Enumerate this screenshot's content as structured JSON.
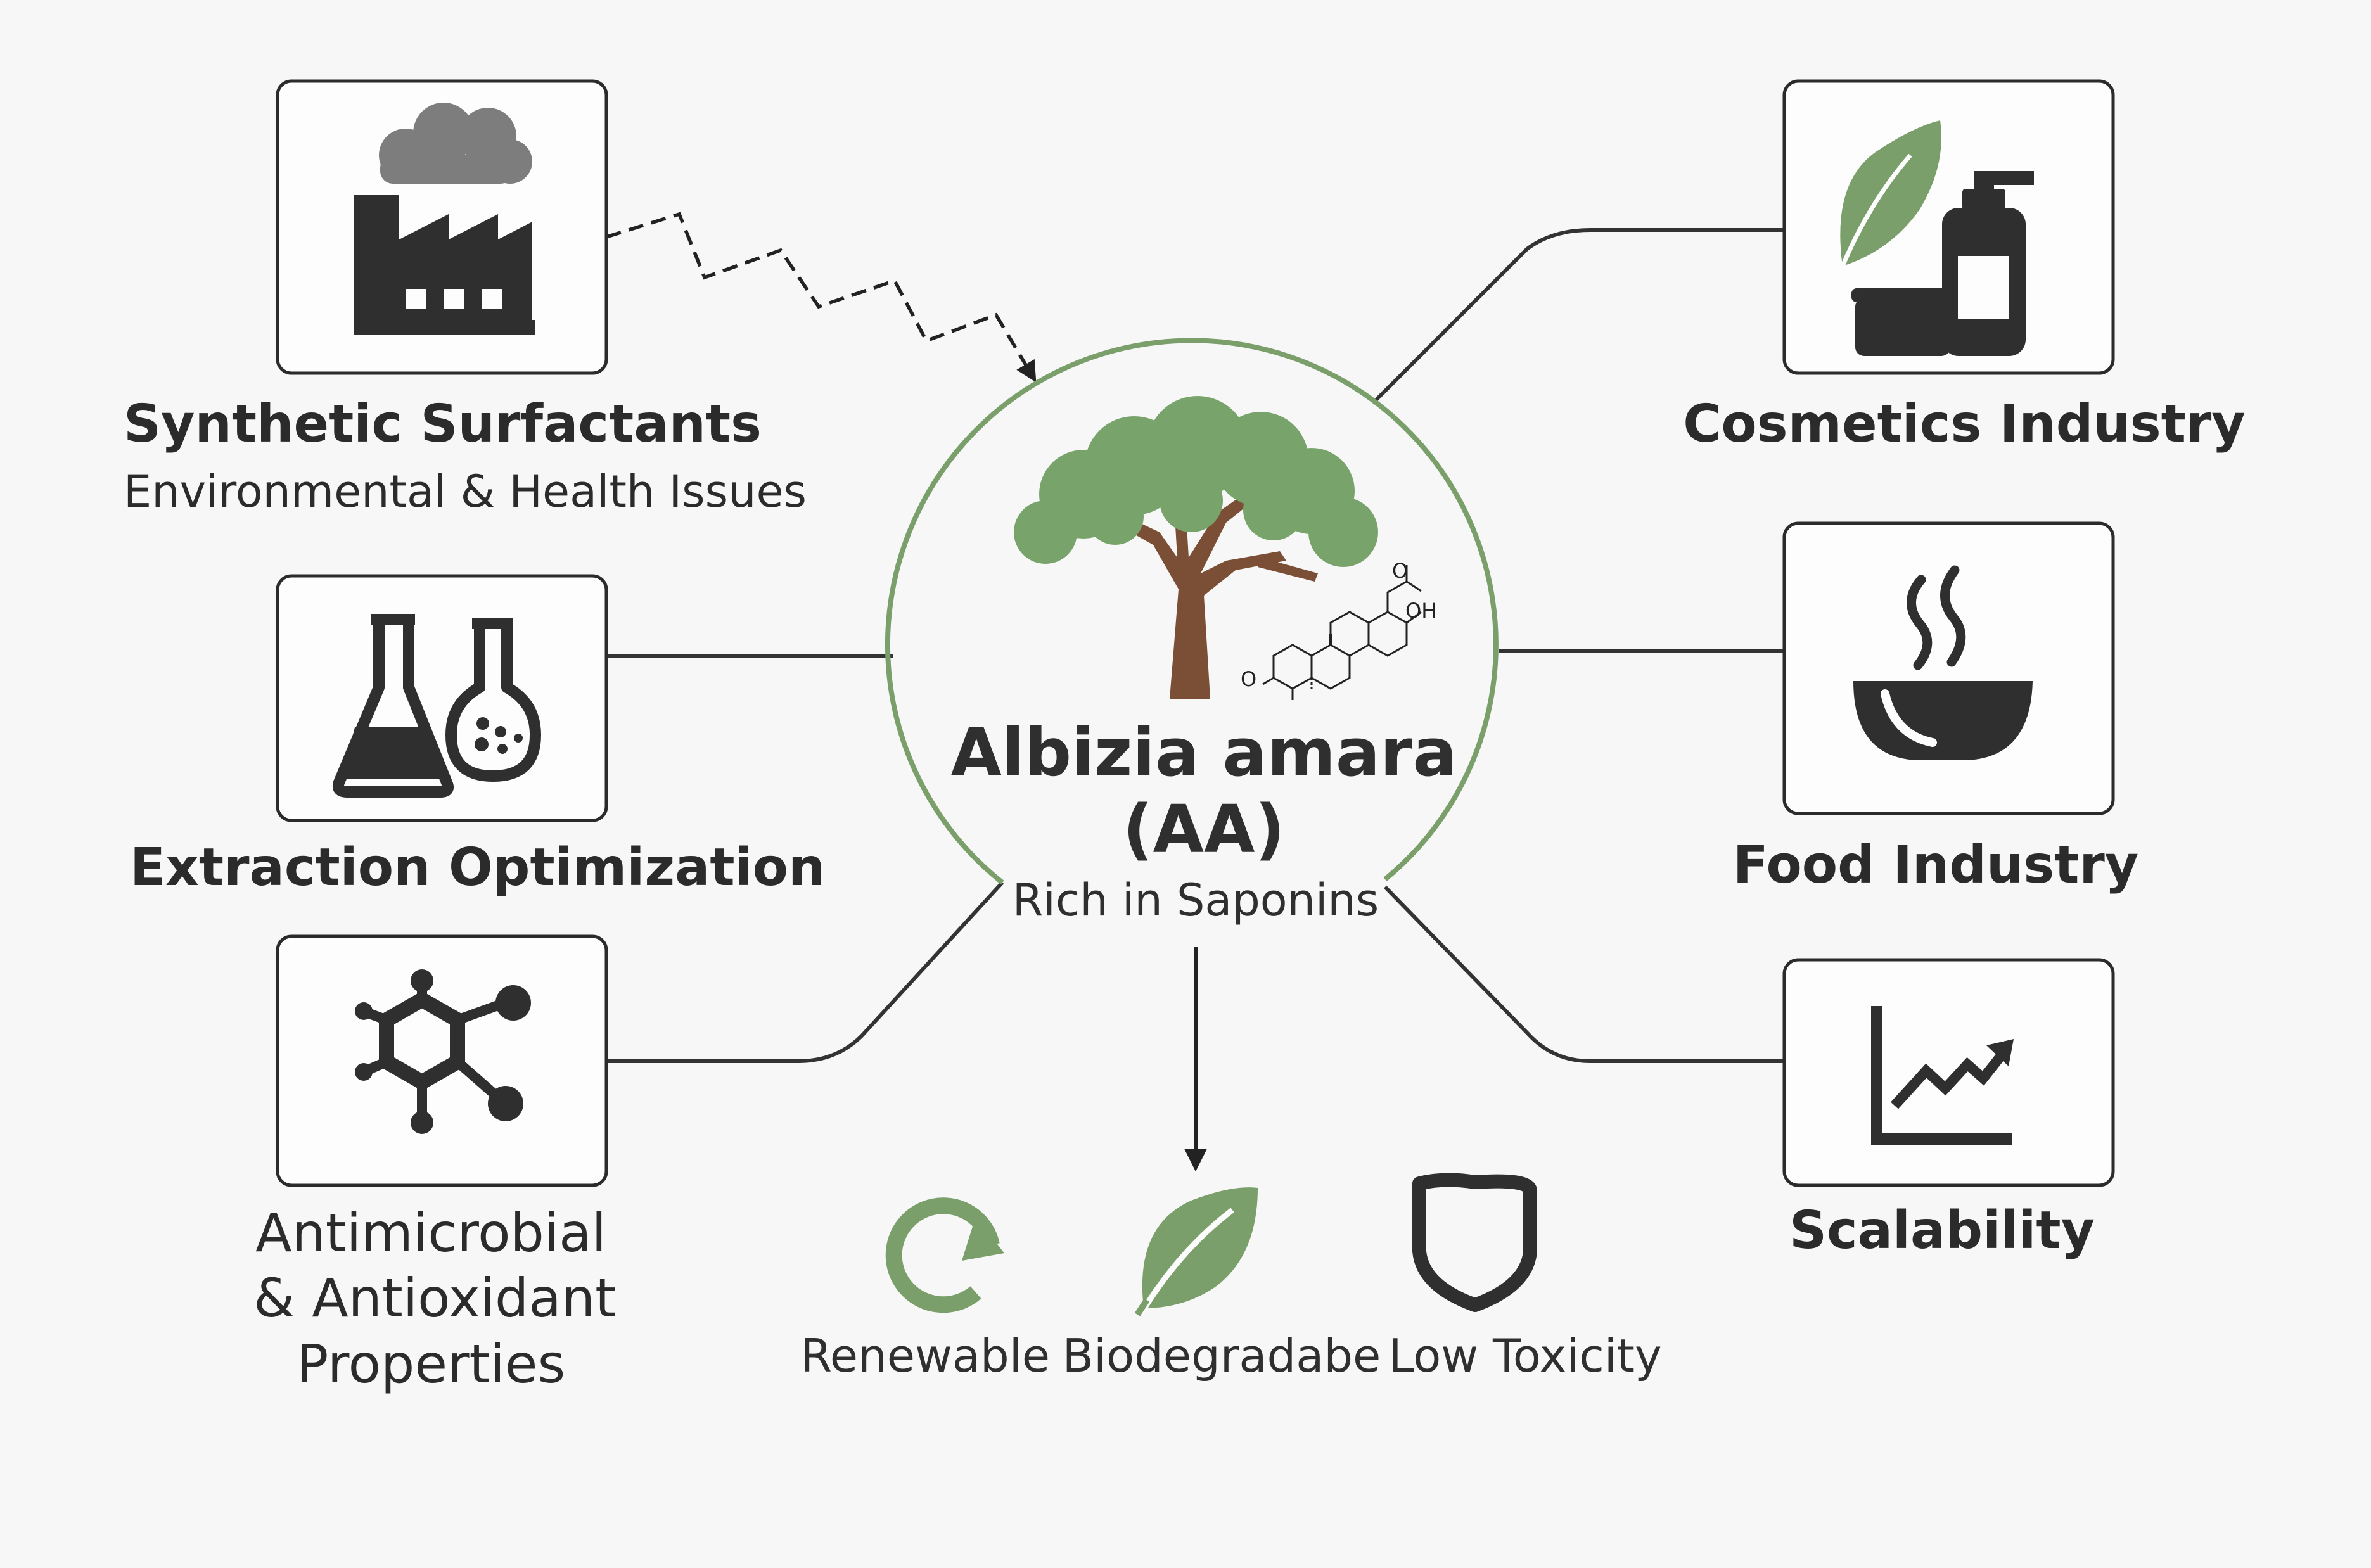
{
  "center": {
    "title_line1": "Albizia amara",
    "title_line2": "(AA)",
    "subtitle": "Rich in Saponins",
    "molecule_o": "O",
    "molecule_oh": "OH",
    "molecule_ketone_o": "O"
  },
  "left": {
    "synthetic": {
      "title": "Synthetic Surfactants",
      "subtitle": "Environmental & Health Issues",
      "icon": "factory-icon"
    },
    "extraction": {
      "title": "Extraction Optimization",
      "icon": "flasks-icon"
    },
    "antimicrobial": {
      "line1": "Antimicrobial",
      "line2": "& Antioxidant",
      "line3": "Properties",
      "icon": "molecule-icon"
    }
  },
  "right": {
    "cosmetics": {
      "title": "Cosmetics Industry",
      "icon": "cosmetics-icon"
    },
    "food": {
      "title": "Food Industry",
      "icon": "bowl-icon"
    },
    "scalability": {
      "title": "Scalability",
      "icon": "growth-chart-icon"
    }
  },
  "properties": [
    {
      "label": "Renewable",
      "icon": "recycle-arrow-icon"
    },
    {
      "label": "Biodegradabe",
      "icon": "leaf-icon"
    },
    {
      "label": "Low Toxicity",
      "icon": "shield-icon"
    }
  ],
  "colors": {
    "green": "#7a9f6a",
    "dark": "#2b2b2b",
    "line": "#333333",
    "trunk": "#7b4f35",
    "canopy": "#78a46c"
  }
}
